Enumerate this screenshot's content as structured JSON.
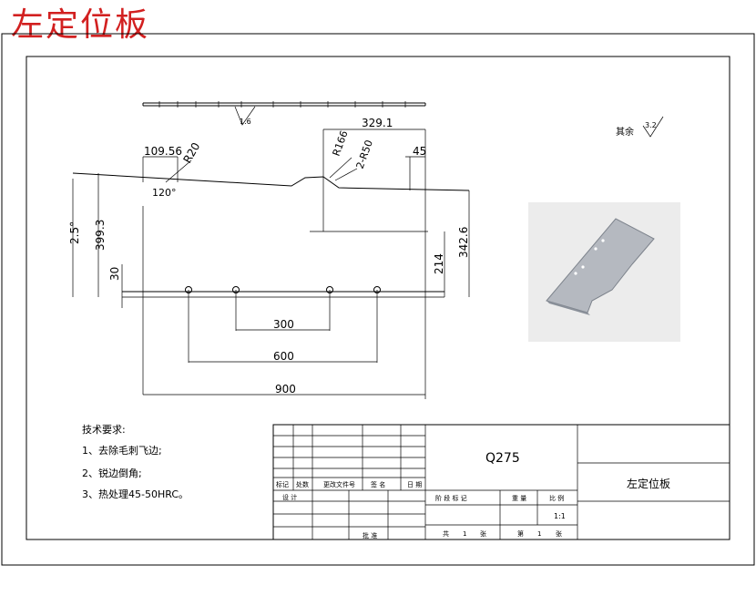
{
  "title": "左定位板",
  "drawing": {
    "dims": {
      "top_right": "329.1",
      "left_small": "109.56",
      "r20": "R20",
      "r166": "R166",
      "holes": "2-R50",
      "d45": "45",
      "angle": "2.5°",
      "h_left": "399.3",
      "d30": "30",
      "h_214": "214",
      "h_right": "342.6",
      "d300": "300",
      "d600": "600",
      "d900": "900",
      "ang120": "120°",
      "rough_top": "1.6",
      "rough_other_label": "其余",
      "rough_other_val": "3.2"
    },
    "notes": {
      "heading": "技术要求:",
      "items": [
        "1、去除毛刺飞边;",
        "2、锐边倒角;",
        "3、热处理45-50HRC。"
      ]
    }
  },
  "title_block": {
    "material": "Q275",
    "part_name": "左定位板",
    "row_labels": [
      "标记",
      "处数",
      "更改文件号",
      "签 名",
      "日 期"
    ],
    "designer": "设 计",
    "approve": "批 准",
    "stage_label": "阶 段 标 记",
    "weight_label": "重 量",
    "scale_label": "比 例",
    "scale_value": "1:1",
    "sheets": [
      "共",
      "1",
      "张",
      "第",
      "1",
      "张"
    ]
  }
}
